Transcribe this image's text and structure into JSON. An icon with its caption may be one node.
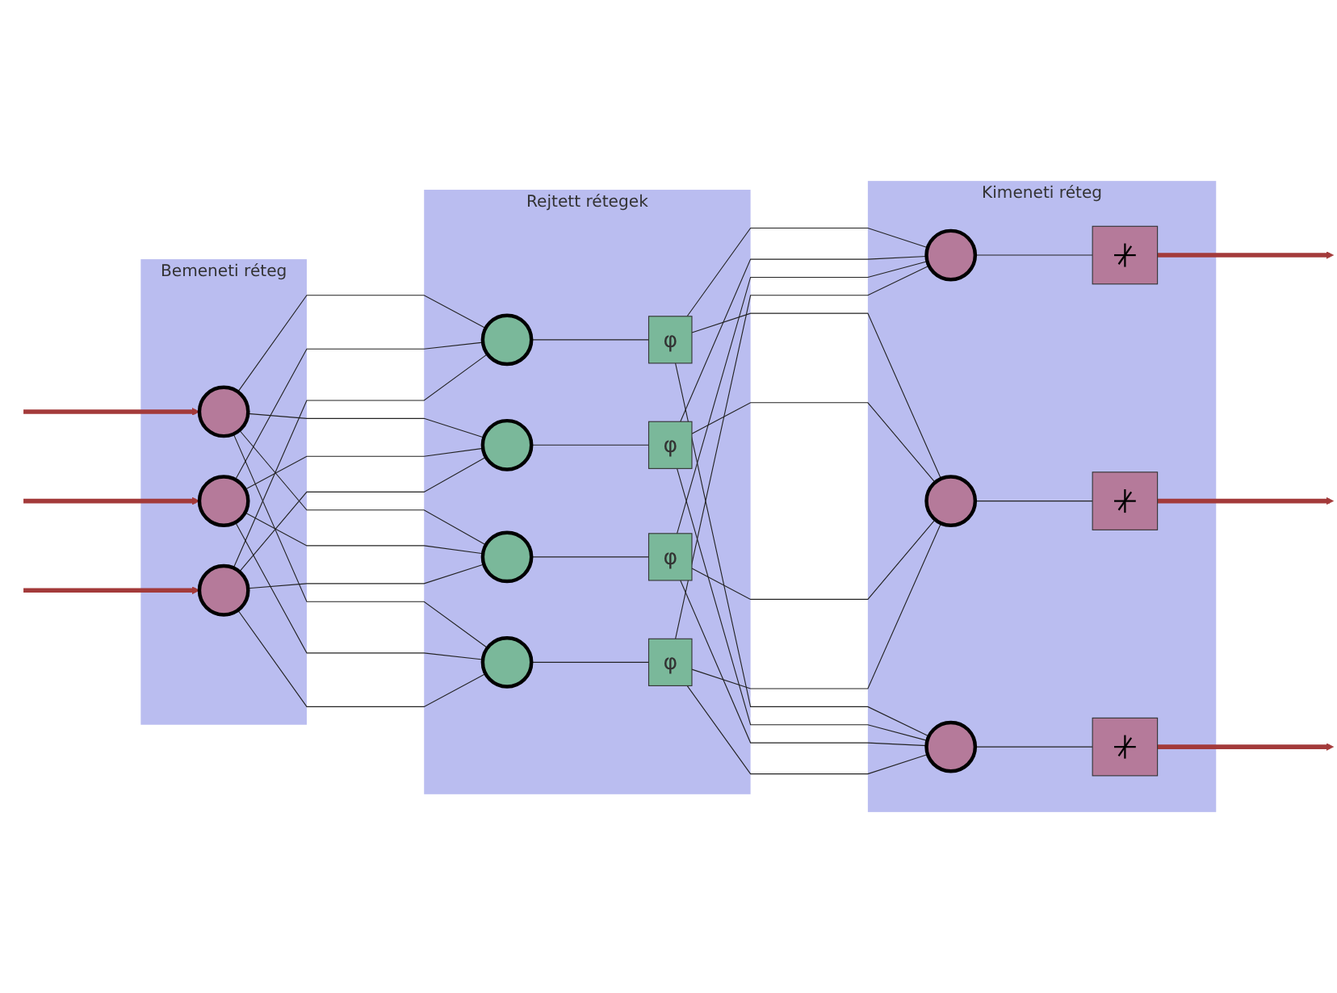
{
  "diagram": {
    "nodes": [
      {
        "text": [
          "Bemeneti réteg"
        ]
      },
      {
        "text": [],
        "shape": "circle",
        "in": 0
      },
      {
        "text": [],
        "shape": "circle",
        "in": 0
      },
      {
        "text": [],
        "shape": "circle",
        "in": 0
      },
      {
        "text": [
          "Rejtett rétegek"
        ]
      },
      {
        "text": [],
        "shape": "circle",
        "in": 4
      },
      {
        "text": [],
        "shape": "circle",
        "in": 4
      },
      {
        "text": [],
        "shape": "circle",
        "in": 4
      },
      {
        "text": [],
        "shape": "circle",
        "in": 4
      },
      {
        "text": [
          "φ"
        ],
        "in": 4
      },
      {
        "text": [
          "φ"
        ],
        "in": 4
      },
      {
        "text": [
          "φ"
        ],
        "in": 4
      },
      {
        "text": [
          "φ"
        ],
        "in": 4
      },
      {
        "text": [
          "Kimeneti réteg"
        ]
      },
      {
        "text": [],
        "shape": "circle",
        "in": 13
      },
      {
        "text": [],
        "shape": "circle",
        "in": 13
      },
      {
        "text": [],
        "shape": "circle",
        "in": 13
      },
      {
        "text": [],
        "shape": "box",
        "in": 13
      },
      {
        "text": [],
        "shape": "box",
        "in": 13
      },
      {
        "text": [],
        "shape": "box",
        "in": 13
      }
    ],
    "edges": [
      {
        "from": null,
        "to": 1,
        "arrow": "to",
        "style": "thick",
        "color": "#a33a3a"
      },
      {
        "from": null,
        "to": 2,
        "arrow": "to",
        "style": "thick",
        "color": "#a33a3a"
      },
      {
        "from": null,
        "to": 3,
        "arrow": "to",
        "style": "thick",
        "color": "#a33a3a"
      },
      {
        "from": 1,
        "to": 5,
        "arrow": "none"
      },
      {
        "from": 1,
        "to": 6,
        "arrow": "none"
      },
      {
        "from": 1,
        "to": 7,
        "arrow": "none"
      },
      {
        "from": 1,
        "to": 8,
        "arrow": "none"
      },
      {
        "from": 2,
        "to": 5,
        "arrow": "none"
      },
      {
        "from": 2,
        "to": 6,
        "arrow": "none"
      },
      {
        "from": 2,
        "to": 7,
        "arrow": "none"
      },
      {
        "from": 2,
        "to": 8,
        "arrow": "none"
      },
      {
        "from": 3,
        "to": 5,
        "arrow": "none"
      },
      {
        "from": 3,
        "to": 6,
        "arrow": "none"
      },
      {
        "from": 3,
        "to": 7,
        "arrow": "none"
      },
      {
        "from": 3,
        "to": 8,
        "arrow": "none"
      },
      {
        "from": 5,
        "to": 9,
        "arrow": "none"
      },
      {
        "from": 6,
        "to": 10,
        "arrow": "none"
      },
      {
        "from": 7,
        "to": 11,
        "arrow": "none"
      },
      {
        "from": 8,
        "to": 12,
        "arrow": "none"
      },
      {
        "from": 9,
        "to": 14,
        "arrow": "none"
      },
      {
        "from": 9,
        "to": 15,
        "arrow": "none"
      },
      {
        "from": 9,
        "to": 16,
        "arrow": "none"
      },
      {
        "from": 10,
        "to": 14,
        "arrow": "none"
      },
      {
        "from": 10,
        "to": 15,
        "arrow": "none"
      },
      {
        "from": 10,
        "to": 16,
        "arrow": "none"
      },
      {
        "from": 11,
        "to": 14,
        "arrow": "none"
      },
      {
        "from": 11,
        "to": 15,
        "arrow": "none"
      },
      {
        "from": 11,
        "to": 16,
        "arrow": "none"
      },
      {
        "from": 12,
        "to": 14,
        "arrow": "none"
      },
      {
        "from": 12,
        "to": 15,
        "arrow": "none"
      },
      {
        "from": 12,
        "to": 16,
        "arrow": "none"
      },
      {
        "from": 14,
        "to": 17,
        "arrow": "none"
      },
      {
        "from": 15,
        "to": 18,
        "arrow": "none"
      },
      {
        "from": 16,
        "to": 19,
        "arrow": "none"
      },
      {
        "from": 17,
        "to": null,
        "arrow": "to",
        "style": "thick",
        "color": "#a33a3a"
      },
      {
        "from": 18,
        "to": null,
        "arrow": "to",
        "style": "thick",
        "color": "#a33a3a"
      },
      {
        "from": 19,
        "to": null,
        "arrow": "to",
        "style": "thick",
        "color": "#a33a3a"
      }
    ]
  }
}
